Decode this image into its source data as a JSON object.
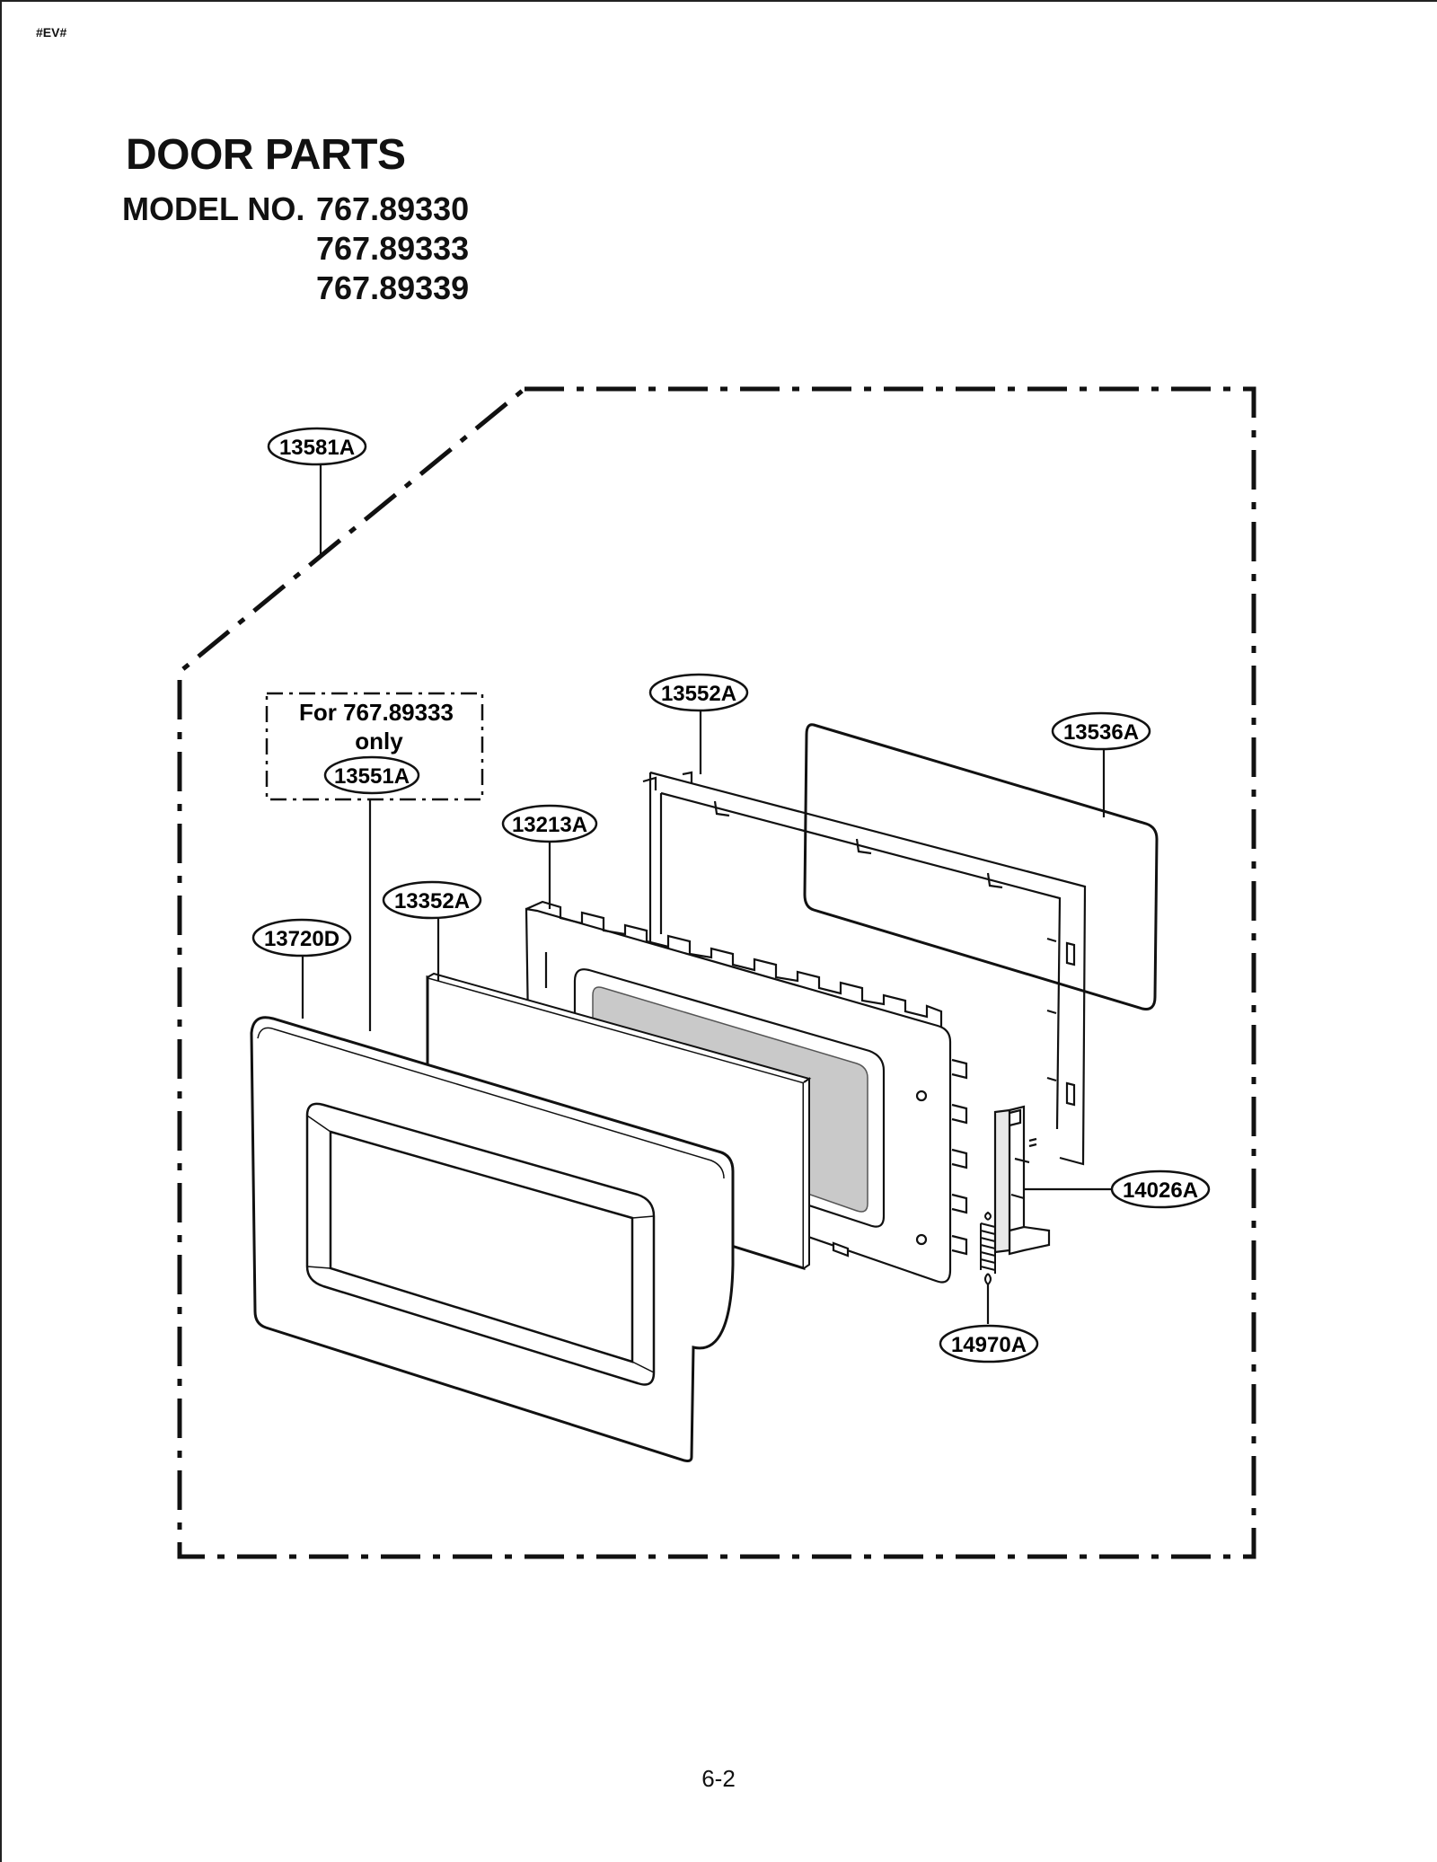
{
  "header": {
    "tag": "#EV#"
  },
  "title": "DOOR PARTS",
  "model": {
    "label": "MODEL NO.",
    "numbers": [
      "767.89330",
      "767.89333",
      "767.89339"
    ]
  },
  "note": {
    "line1": "For 767.89333",
    "line2": "only"
  },
  "callouts": {
    "c13581A": "13581A",
    "c13552A": "13552A",
    "c13536A": "13536A",
    "c13551A": "13551A",
    "c13213A": "13213A",
    "c13352A": "13352A",
    "c13720D": "13720D",
    "c14026A": "14026A",
    "c14970A": "14970A"
  },
  "footer": {
    "page": "6-2"
  }
}
